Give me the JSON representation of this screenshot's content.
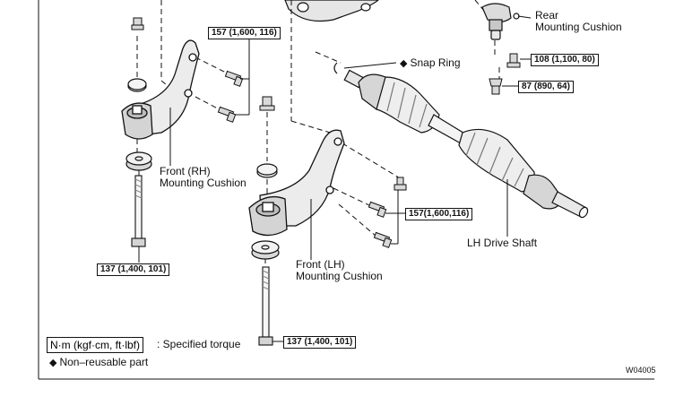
{
  "labels": {
    "rear_mount": "Rear Mounting Cushion",
    "rear_mount_line1": "Rear",
    "rear_mount_line2": "Mounting Cushion",
    "snap_ring": "Snap Ring",
    "front_rh_line1": "Front (RH)",
    "front_rh_line2": "Mounting Cushion",
    "front_lh_line1": "Front (LH)",
    "front_lh_line2": "Mounting Cushion",
    "drive_shaft": "LH Drive Shaft"
  },
  "torque": {
    "rh_bolts": "157 (1,600, 116)",
    "rh_long_bolt": "137 (1,400, 101)",
    "rear_top": "108 (1,100, 80)",
    "rear_bottom": "87 (890, 64)",
    "lh_bolts": "157(1,600,116)",
    "lh_long_bolt": "137 (1,400, 101)"
  },
  "legend": {
    "unit_box": "N·m (kgf·cm, ft·lbf)",
    "unit_desc": ": Specified torque",
    "diamond_symbol": "◆",
    "non_reusable": "Non–reusable part"
  },
  "figure_code": "W04005",
  "colors": {
    "ink": "#111111",
    "background": "#ffffff",
    "shade": "#cfcfcf"
  }
}
